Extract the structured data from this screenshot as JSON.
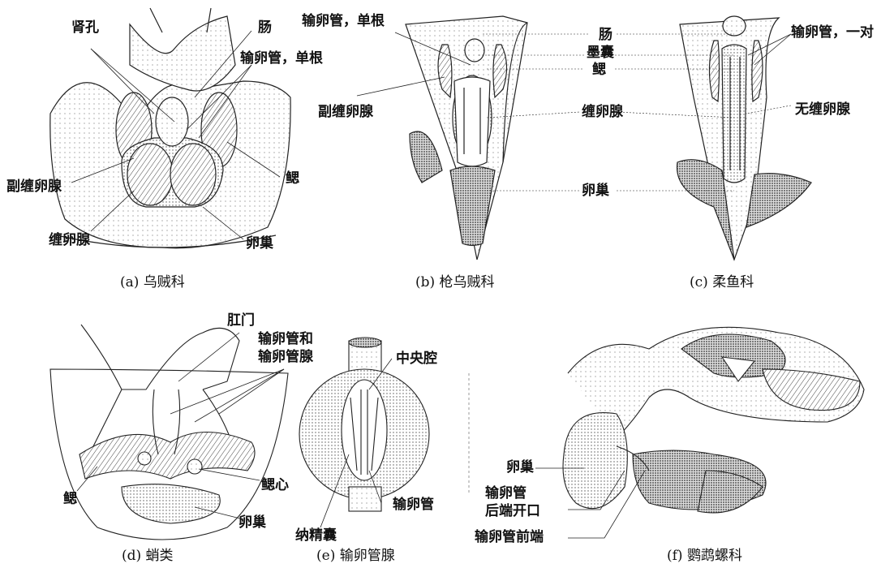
{
  "panels": {
    "a": {
      "caption": "(a) 乌贼科",
      "labels": {
        "kidney_pore": "肾孔",
        "intestine": "肠",
        "oviduct_single": "输卵管，单根",
        "accessory_nidamental": "副缠卵腺",
        "gill": "鳃",
        "nidamental": "缠卵腺",
        "ovary": "卵巢"
      }
    },
    "b": {
      "caption": "(b) 枪乌贼科",
      "labels": {
        "oviduct_single": "输卵管，单根",
        "accessory_nidamental": "副缠卵腺"
      }
    },
    "shared_bc": {
      "intestine": "肠",
      "ink_sac": "墨囊",
      "gill": "鳃",
      "nidamental": "缠卵腺",
      "ovary": "卵巢"
    },
    "c": {
      "caption": "(c) 柔鱼科",
      "labels": {
        "oviduct_pair": "输卵管，一对",
        "no_nidamental": "无缠卵腺"
      }
    },
    "d": {
      "caption": "(d) 蛸类",
      "labels": {
        "anus": "肛门",
        "oviduct_and_gland_1": "输卵管和",
        "oviduct_and_gland_2": "输卵管腺",
        "gill_heart": "鳃心",
        "gill": "鳃",
        "ovary": "卵巢"
      }
    },
    "e": {
      "caption": "(e) 输卵管腺",
      "labels": {
        "central_cavity": "中央腔",
        "spermatheca": "纳精囊",
        "oviduct": "输卵管"
      }
    },
    "f": {
      "caption": "(f) 鹦鹉螺科",
      "labels": {
        "ovary": "卵巢",
        "oviduct_rear_1": "输卵管",
        "oviduct_rear_2": "后端开口",
        "oviduct_front": "输卵管前端"
      }
    }
  }
}
